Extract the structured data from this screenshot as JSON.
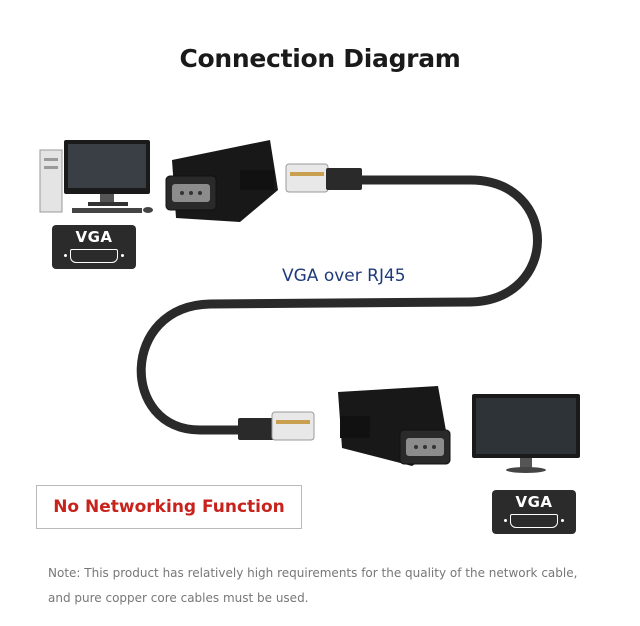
{
  "title": "Connection Diagram",
  "cable_label": "VGA over RJ45",
  "vga_left_label": "VGA",
  "vga_right_label": "VGA",
  "no_network_label": "No Networking Function",
  "note_line1": "Note: This product has relatively high requirements for the quality of the network cable,",
  "note_line2": "and pure copper core cables must be used.",
  "colors": {
    "cable": "#2a2a2a",
    "label_blue": "#1f3a7a",
    "warning_red": "#c8221d",
    "box_dark": "#2b2b2b"
  }
}
